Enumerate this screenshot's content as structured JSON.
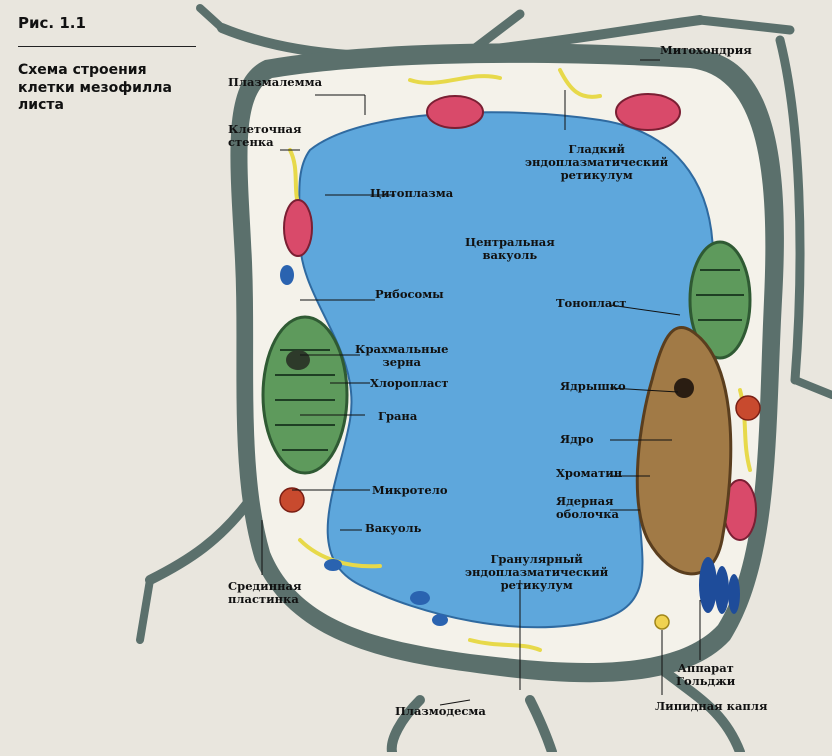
{
  "figure": {
    "number": "Рис. 1.1",
    "title": "Схема строения клетки мезофилла листа"
  },
  "labels": {
    "plasmalemma": "Плазмалемма",
    "cell_wall": [
      "Клеточная",
      "стенка"
    ],
    "cytoplasm": "Цитоплазма",
    "ribosomes": "Рибосомы",
    "starch": [
      "Крахмальные",
      "зерна"
    ],
    "chloroplast": "Хлоропласт",
    "grana": "Грана",
    "microbody": "Микротело",
    "vacuole": "Вакуоль",
    "middle_lamella": [
      "Срединная",
      "пластинка"
    ],
    "mitochondrion": "Митохондрия",
    "smooth_er": [
      "Гладкий",
      "эндоплазматический",
      "ретикулум"
    ],
    "central_vacuole": [
      "Центральная",
      "вакуоль"
    ],
    "tonoplast": "Тонопласт",
    "nucleolus": "Ядрышко",
    "nucleus": "Ядро",
    "chromatin": "Хроматин",
    "nuclear_envelope": [
      "Ядерная",
      "оболочка"
    ],
    "rough_er": [
      "Гранулярный",
      "эндоплазматический",
      "ретикулум"
    ],
    "plasmodesma": "Плазмодесма",
    "golgi": [
      "Аппарат",
      "Гольджи"
    ],
    "lipid_drop": "Липидная капля"
  },
  "colors": {
    "wall": "#5b706c",
    "cytoplasm": "#f4f2ea",
    "vacuole": "#5ea7dc",
    "chloroplast": "#5e9a5c",
    "mitochondrion": "#d94a6a",
    "nucleus": "#a17a46",
    "er": "#e7d94a",
    "golgi": "#1e4c9a",
    "microbody": "#c84a2e"
  }
}
